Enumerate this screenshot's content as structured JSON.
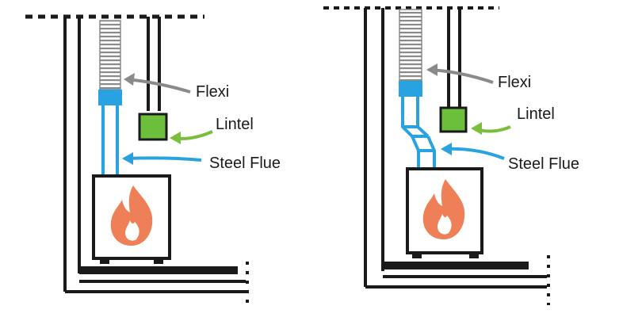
{
  "colors": {
    "wall": "#1a1a1a",
    "flexi": "#888888",
    "steel_flue": "#29a3df",
    "lintel": "#6cbf3a",
    "lintel_stroke": "#1a1a1a",
    "flame": "#ef7f56",
    "arrow_flexi": "#8a8a8a",
    "arrow_lintel": "#7bbd3c",
    "arrow_flue": "#29a3df"
  },
  "icons": [
    "flame-icon",
    "arrow-icon"
  ],
  "diagrams": [
    {
      "labels": {
        "flexi": "Flexi",
        "lintel": "Lintel",
        "steel_flue": "Steel Flue"
      }
    },
    {
      "labels": {
        "flexi": "Flexi",
        "lintel": "Lintel",
        "steel_flue": "Steel Flue"
      }
    }
  ]
}
